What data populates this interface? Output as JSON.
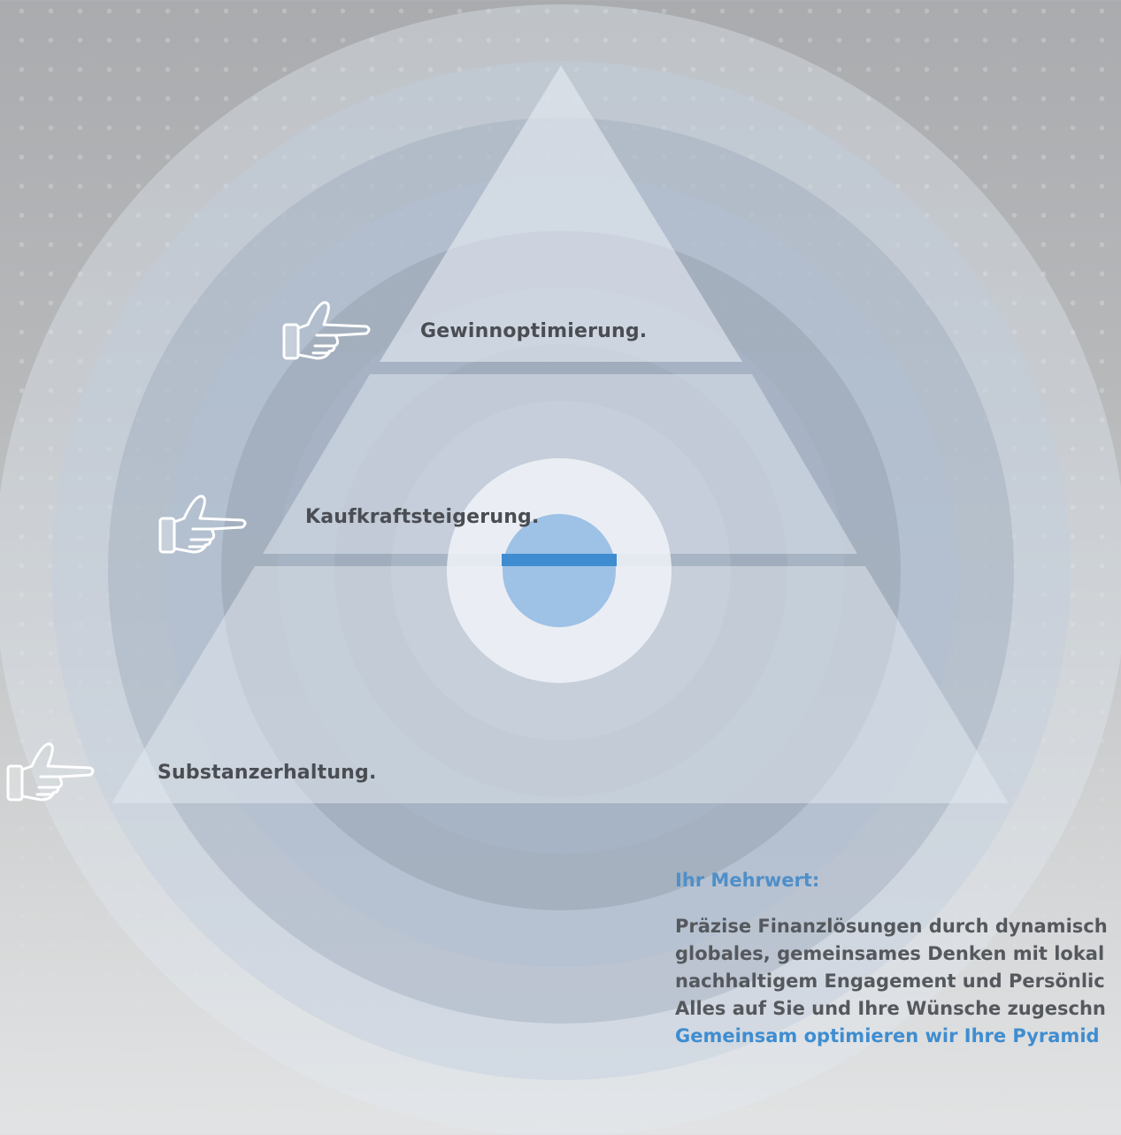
{
  "levels": {
    "top": "Gewinnoptimierung.",
    "middle": "Kaufkraftsteigerung.",
    "bottom": "Substanzerhaltung."
  },
  "icons": {
    "pointer": "pointing-hand-icon"
  },
  "value": {
    "heading": "Ihr Mehrwert:",
    "lines": [
      "Präzise Finanzlösungen durch dynamisch",
      "globales, gemeinsames Denken mit lokal",
      "nachhaltigem Engagement und Persönlic",
      "Alles auf Sie und Ihre Wünsche zugeschn"
    ],
    "closing": "Gemeinsam optimieren wir Ihre Pyramid"
  },
  "colors": {
    "accent_blue": "#3f8dd0",
    "center_blue": "#9ec1e6",
    "text_gray": "#4a4d52"
  }
}
